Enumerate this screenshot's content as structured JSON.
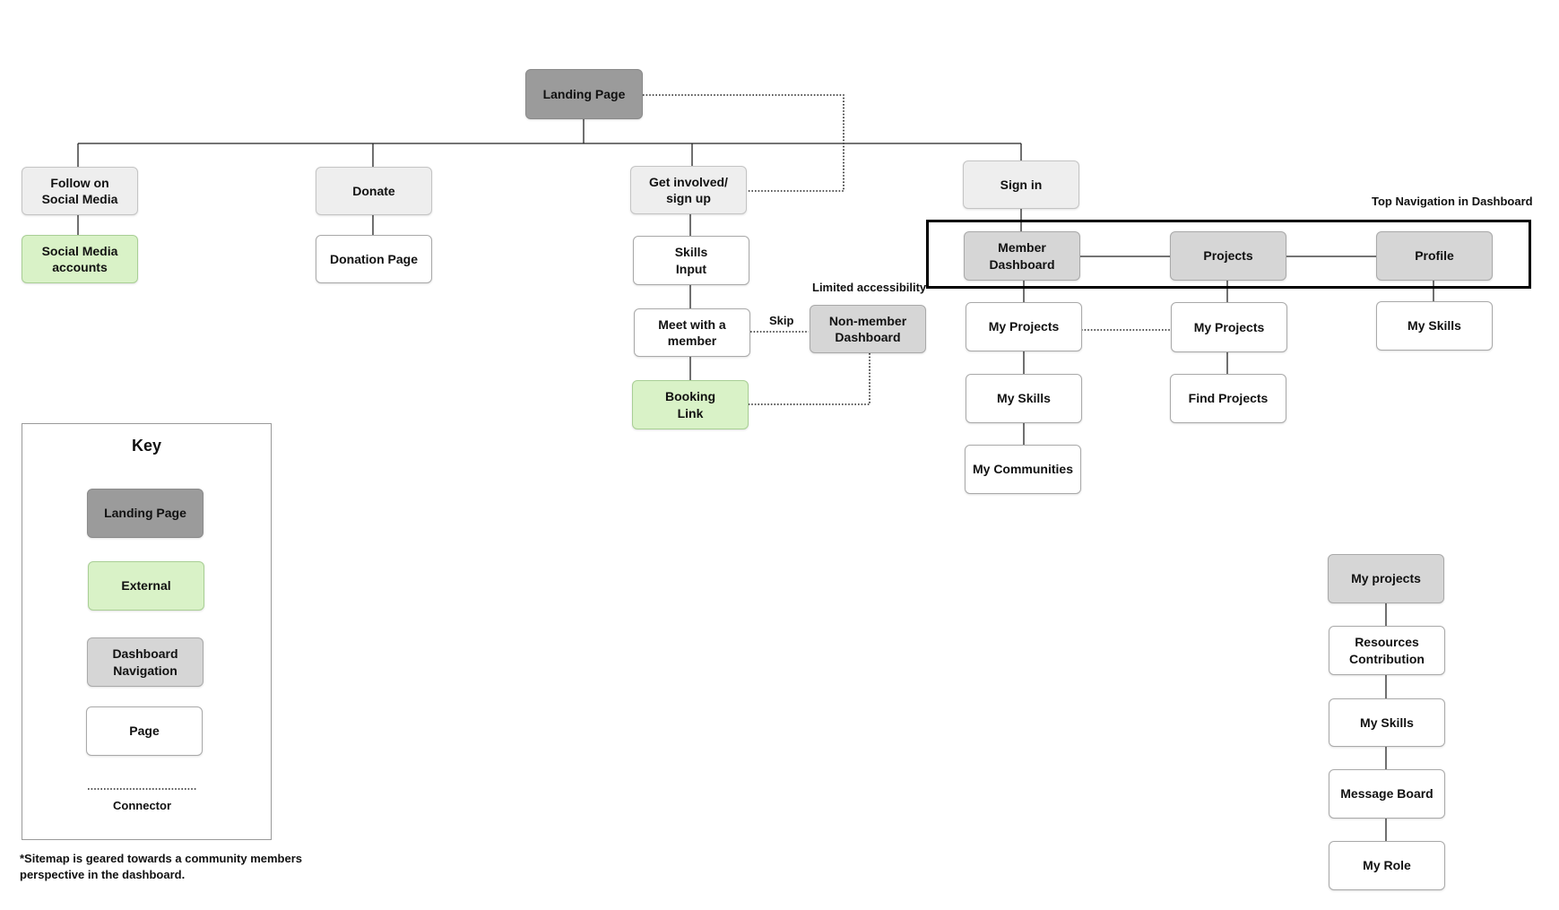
{
  "nodes": {
    "landing_page": "Landing Page",
    "follow_social": "Follow on\nSocial Media",
    "social_accounts": "Social Media\naccounts",
    "donate": "Donate",
    "donation_page": "Donation Page",
    "get_involved": "Get involved/\nsign up",
    "skills_input": "Skills\nInput",
    "meet_member": "Meet with a\nmember",
    "booking_link": "Booking\nLink",
    "non_member_dashboard": "Non-member\nDashboard",
    "sign_in": "Sign in",
    "member_dashboard": "Member\nDashboard",
    "projects": "Projects",
    "profile": "Profile",
    "md_my_projects": "My Projects",
    "md_my_skills": "My Skills",
    "md_my_communities": "My Communities",
    "pr_my_projects": "My Projects",
    "pr_find_projects": "Find Projects",
    "pf_my_skills": "My Skills",
    "mp_my_projects": "My projects",
    "mp_resources": "Resources\nContribution",
    "mp_my_skills": "My Skills",
    "mp_message_board": "Message Board",
    "mp_my_role": "My Role"
  },
  "labels": {
    "skip": "Skip",
    "limited_accessibility": "Limited accessibility",
    "top_navigation": "Top Navigation in Dashboard"
  },
  "key": {
    "title": "Key",
    "landing_page": "Landing Page",
    "external": "External",
    "dashboard_navigation": "Dashboard\nNavigation",
    "page": "Page",
    "connector": "Connector"
  },
  "footnote": "*Sitemap is geared towards a community members perspective in the dashboard.",
  "colors": {
    "landing": "#9b9b9b",
    "external": "#d9f2c7",
    "dashboard_navigation": "#d6d6d6",
    "page": "#ffffff",
    "light_grey": "#eeeeee"
  }
}
